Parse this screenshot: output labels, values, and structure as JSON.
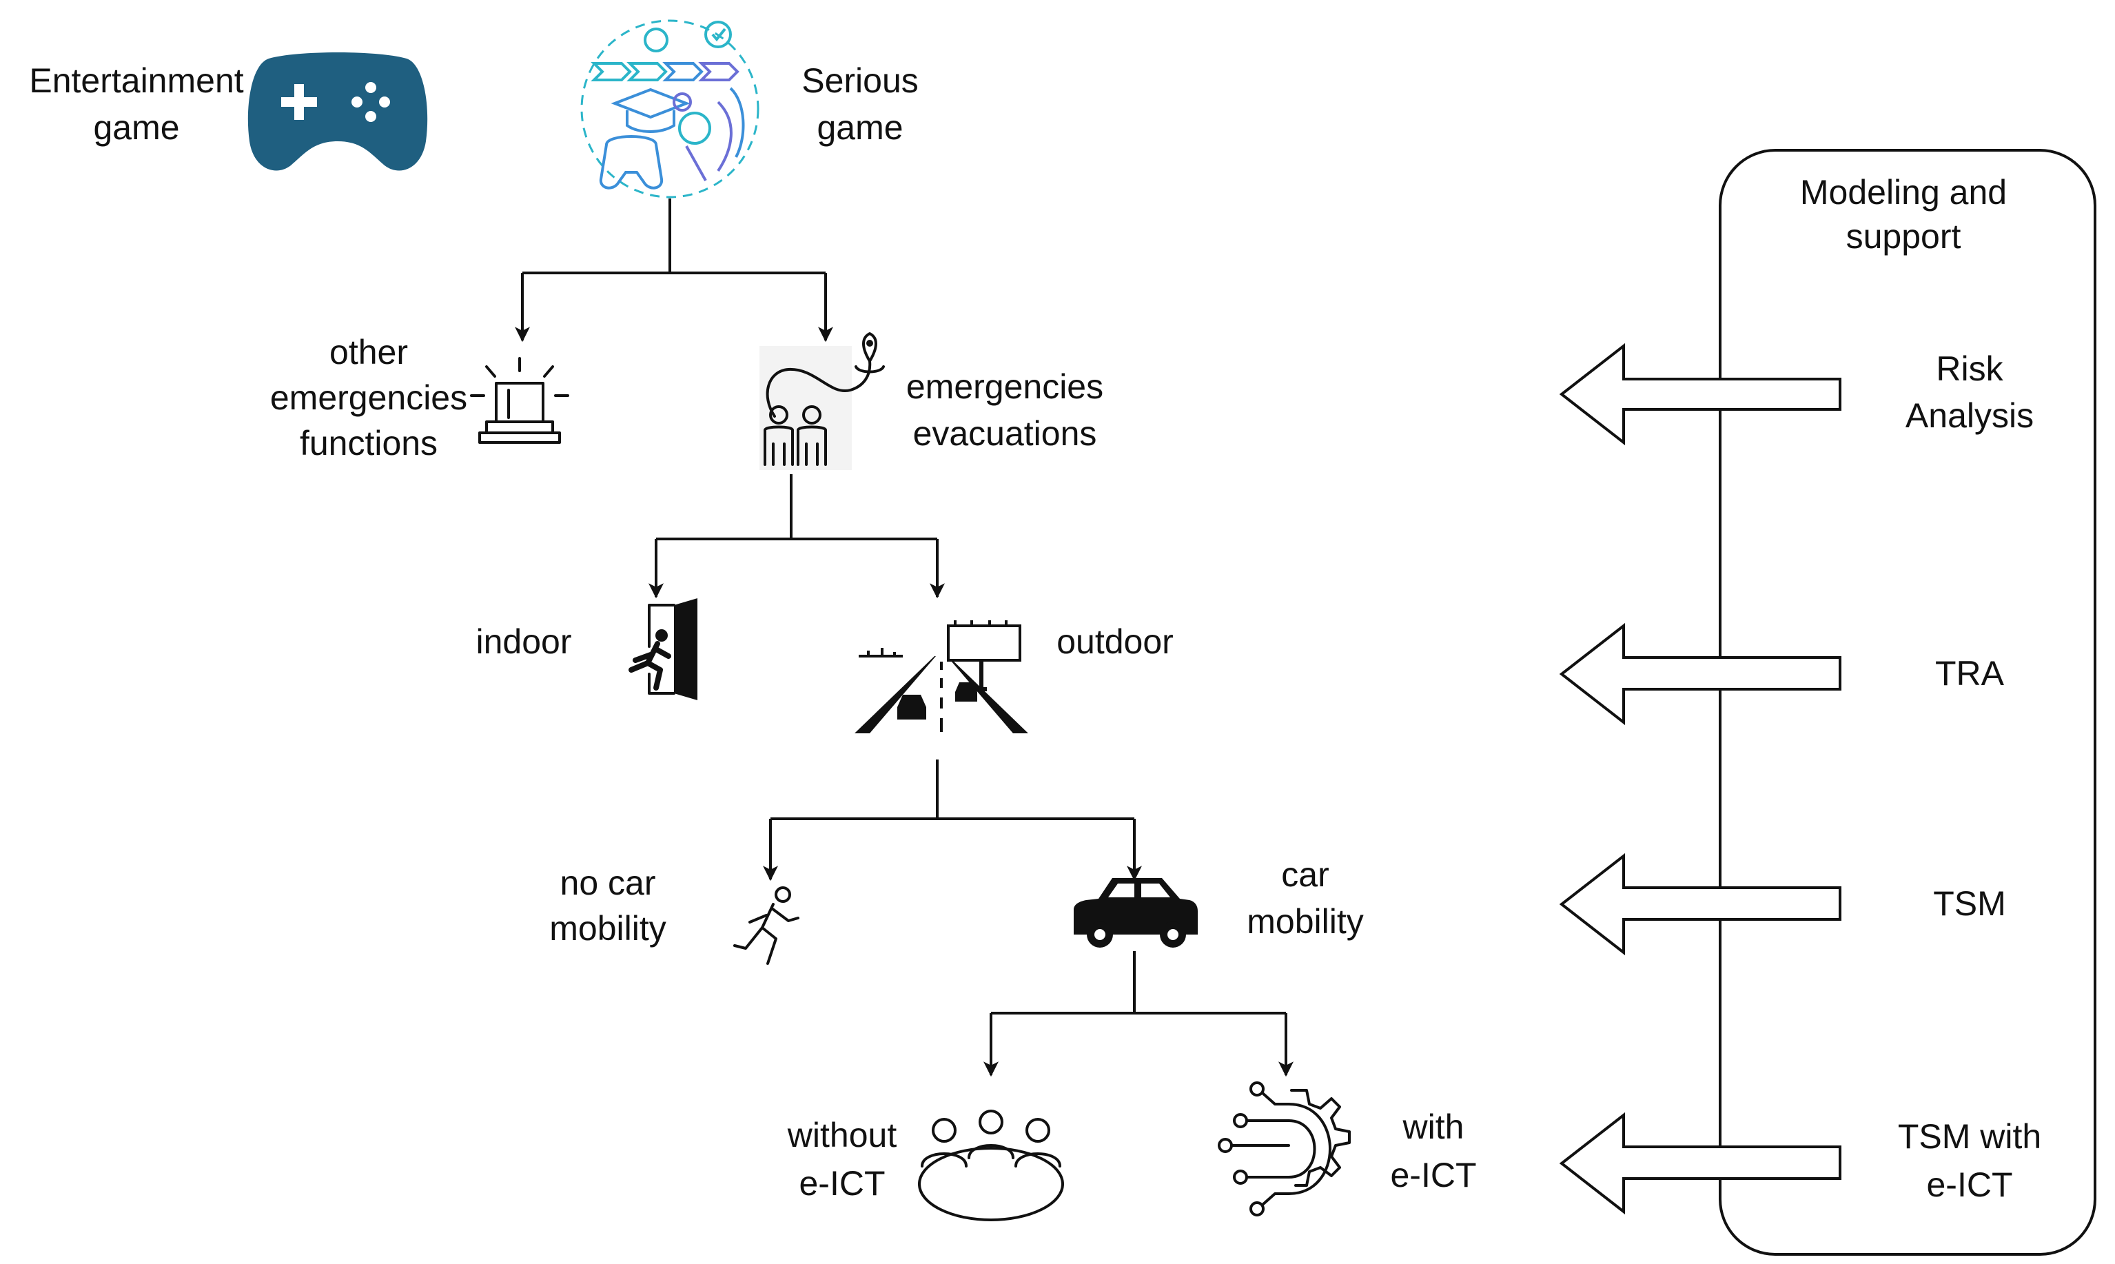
{
  "colors": {
    "line": "#111111",
    "gamepad": "#1f5f80",
    "serious_teal": "#2bb5c9",
    "serious_blue": "#3b8fd9",
    "serious_purple": "#6b6fd6"
  },
  "nodes": {
    "entertainment": {
      "line1": "Entertainment",
      "line2": "game",
      "icon": "gamepad-icon"
    },
    "serious": {
      "line1": "Serious",
      "line2": "game",
      "icon": "serious-game-icon"
    },
    "other_emerg": {
      "line1": "other",
      "line2": "emergencies",
      "line3": "functions",
      "icon": "siren-icon"
    },
    "evacuations": {
      "line1": "emergencies",
      "line2": "evacuations",
      "icon": "evacuation-route-icon"
    },
    "indoor": {
      "label": "indoor",
      "icon": "exit-door-icon"
    },
    "outdoor": {
      "label": "outdoor",
      "icon": "highway-icon"
    },
    "no_car": {
      "line1": "no car",
      "line2": "mobility",
      "icon": "running-person-icon"
    },
    "car": {
      "line1": "car",
      "line2": "mobility",
      "icon": "car-icon"
    },
    "without_ict": {
      "line1": "without",
      "line2": "e-ICT",
      "icon": "meeting-table-icon"
    },
    "with_ict": {
      "line1": "with",
      "line2": "e-ICT",
      "icon": "circuit-gear-icon"
    }
  },
  "panel": {
    "title_line1": "Modeling and",
    "title_line2": "support",
    "levels": [
      {
        "line1": "Risk",
        "line2": "Analysis"
      },
      {
        "line1": "TRA",
        "line2": ""
      },
      {
        "line1": "TSM",
        "line2": ""
      },
      {
        "line1": "TSM with",
        "line2": "e-ICT"
      }
    ]
  }
}
